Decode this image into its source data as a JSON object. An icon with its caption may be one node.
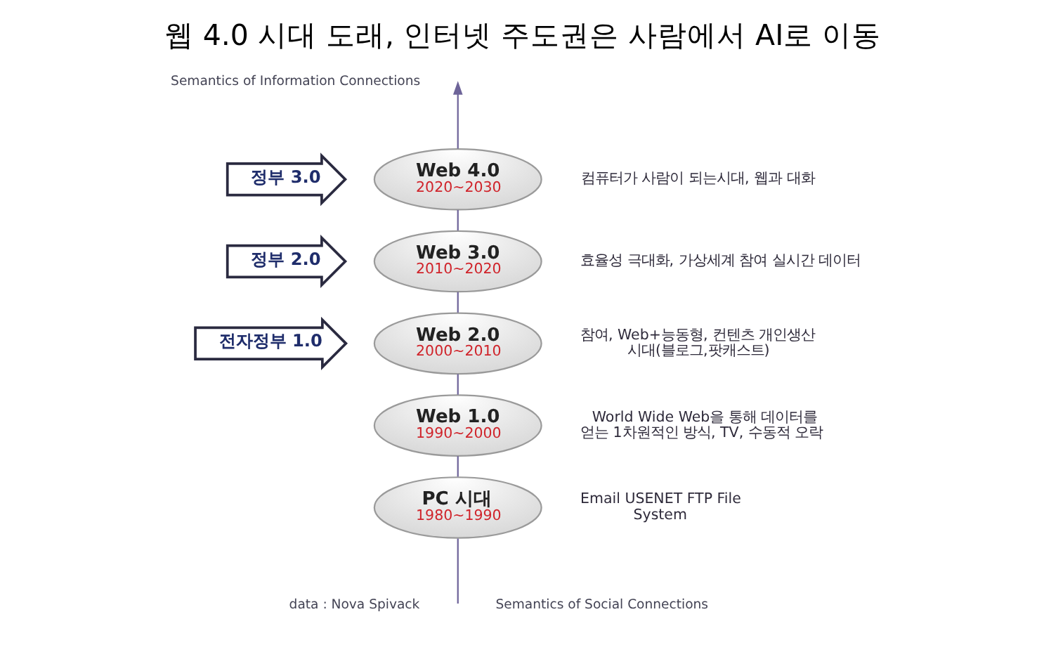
{
  "diagram": {
    "title": "웹 4.0 시대 도래, 인터넷 주도권은 사람에서 AI로 이동",
    "nodes": [
      {
        "text": [
          "정부 3.0"
        ]
      },
      {
        "text": [
          "Web 4.0",
          "2020~2030"
        ],
        "beside": [
          "컴퓨터가 사람이 되는시대, 웹과 대화"
        ]
      },
      {
        "text": [
          "정부 2.0"
        ]
      },
      {
        "text": [
          "Web 3.0",
          "2010~2020"
        ],
        "beside": [
          "효율성 극대화, 가상세계 참여 실시간 데이터"
        ]
      },
      {
        "text": [
          "전자정부 1.0"
        ]
      },
      {
        "text": [
          "Web 2.0",
          "2000~2010"
        ],
        "beside": [
          "참여, Web+능동형, 컨텐츠 개인생산 시대(블로그,팟캐스트)"
        ]
      },
      {
        "text": [
          "Web 1.0",
          "1990~2000"
        ],
        "beside": [
          "World Wide Web을 통해 데이터를 얻는 1차원적인 방식, TV, 수동적 오락"
        ]
      },
      {
        "text": [
          "PC 시대",
          "1980~1990"
        ],
        "beside": [
          "Email USENET FTP File System"
        ]
      }
    ],
    "edges": [
      {
        "from": null,
        "to": 7,
        "arrow": "none"
      },
      {
        "from": 7,
        "to": 6,
        "arrow": "none"
      },
      {
        "from": 6,
        "to": 5,
        "arrow": "none"
      },
      {
        "from": 5,
        "to": 3,
        "arrow": "none"
      },
      {
        "from": 3,
        "to": 1,
        "arrow": "none"
      },
      {
        "from": 1,
        "to": null,
        "arrow": "to"
      }
    ],
    "labels": [
      "Semantics of Information Connections",
      "data : Nova Spivack",
      "Semantics of Social Connections"
    ]
  }
}
